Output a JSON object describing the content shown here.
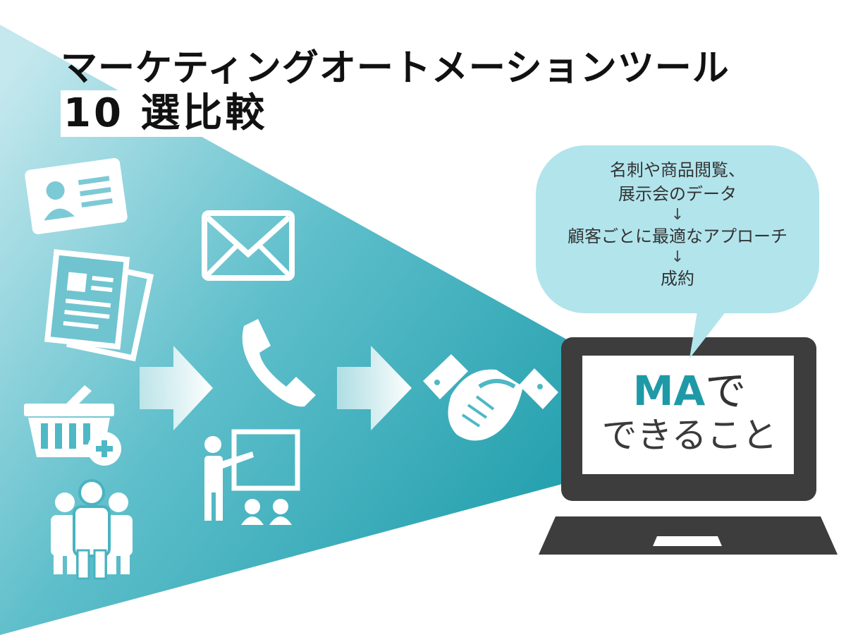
{
  "title": {
    "line1": "マーケティングオートメーションツール",
    "line2": "10 選比較"
  },
  "bubble": {
    "line1": "名刺や商品閲覧、",
    "line2": "展示会のデータ",
    "arrow1": "↓",
    "line3": "顧客ごとに最適なアプローチ",
    "arrow2": "↓",
    "line4": "成約"
  },
  "screen": {
    "accent": "MA",
    "line1_rest": "で",
    "line2": "できること"
  },
  "icons": [
    "business-card-icon",
    "documents-icon",
    "shopping-basket-add-icon",
    "people-group-icon",
    "arrow-right-icon",
    "envelope-icon",
    "telephone-icon",
    "seminar-presentation-icon",
    "handshake-icon",
    "laptop-icon"
  ],
  "colors": {
    "accent": "#1e9aa7",
    "teal_dark": "#1fa0ad",
    "teal_light": "#b9e3ea",
    "bubble": "#b2e4ec",
    "laptop": "#3d3d3d"
  }
}
